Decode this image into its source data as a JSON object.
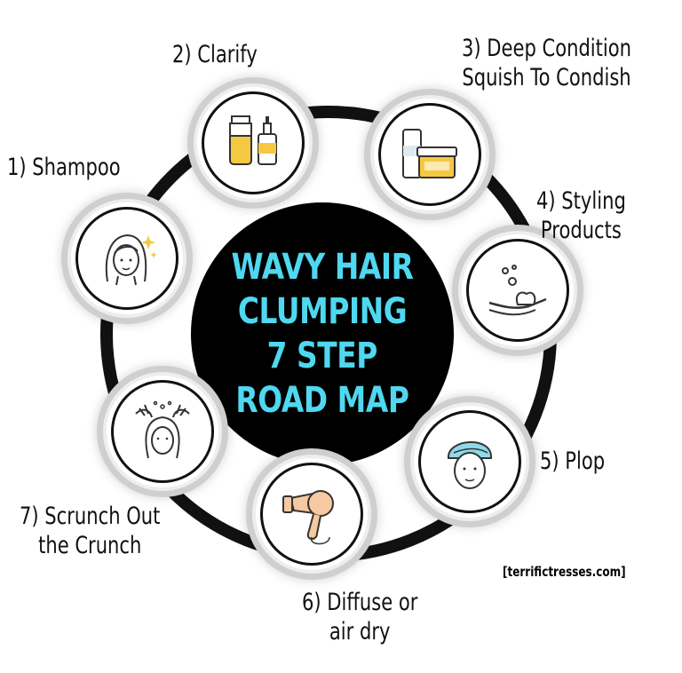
{
  "title": {
    "lines": [
      "WAVY HAIR",
      "CLUMPING",
      "7 STEP",
      "ROAD MAP"
    ],
    "color": "#4fd8f0"
  },
  "colors": {
    "ring": "#111111",
    "hub": "#000000",
    "node_border": "#cfcfcf",
    "icon_accent": "#f5c842"
  },
  "steps": [
    {
      "label_lines": [
        "1) Shampoo"
      ],
      "icon": "woman-face-sparkle-icon"
    },
    {
      "label_lines": [
        "2) Clarify"
      ],
      "icon": "bottles-icon"
    },
    {
      "label_lines": [
        "3) Deep Condition",
        "Squish To Condish"
      ],
      "icon": "conditioner-jar-icon"
    },
    {
      "label_lines": [
        "4) Styling",
        "Products"
      ],
      "icon": "hand-with-foam-icon"
    },
    {
      "label_lines": [
        "5) Plop"
      ],
      "icon": "towel-wrapped-head-icon"
    },
    {
      "label_lines": [
        "6) Diffuse or",
        "air dry"
      ],
      "icon": "hair-dryer-icon"
    },
    {
      "label_lines": [
        "7) Scrunch Out",
        "the Crunch"
      ],
      "icon": "hands-scrunching-hair-icon"
    }
  ],
  "credit": "[terrifictresses.com]"
}
